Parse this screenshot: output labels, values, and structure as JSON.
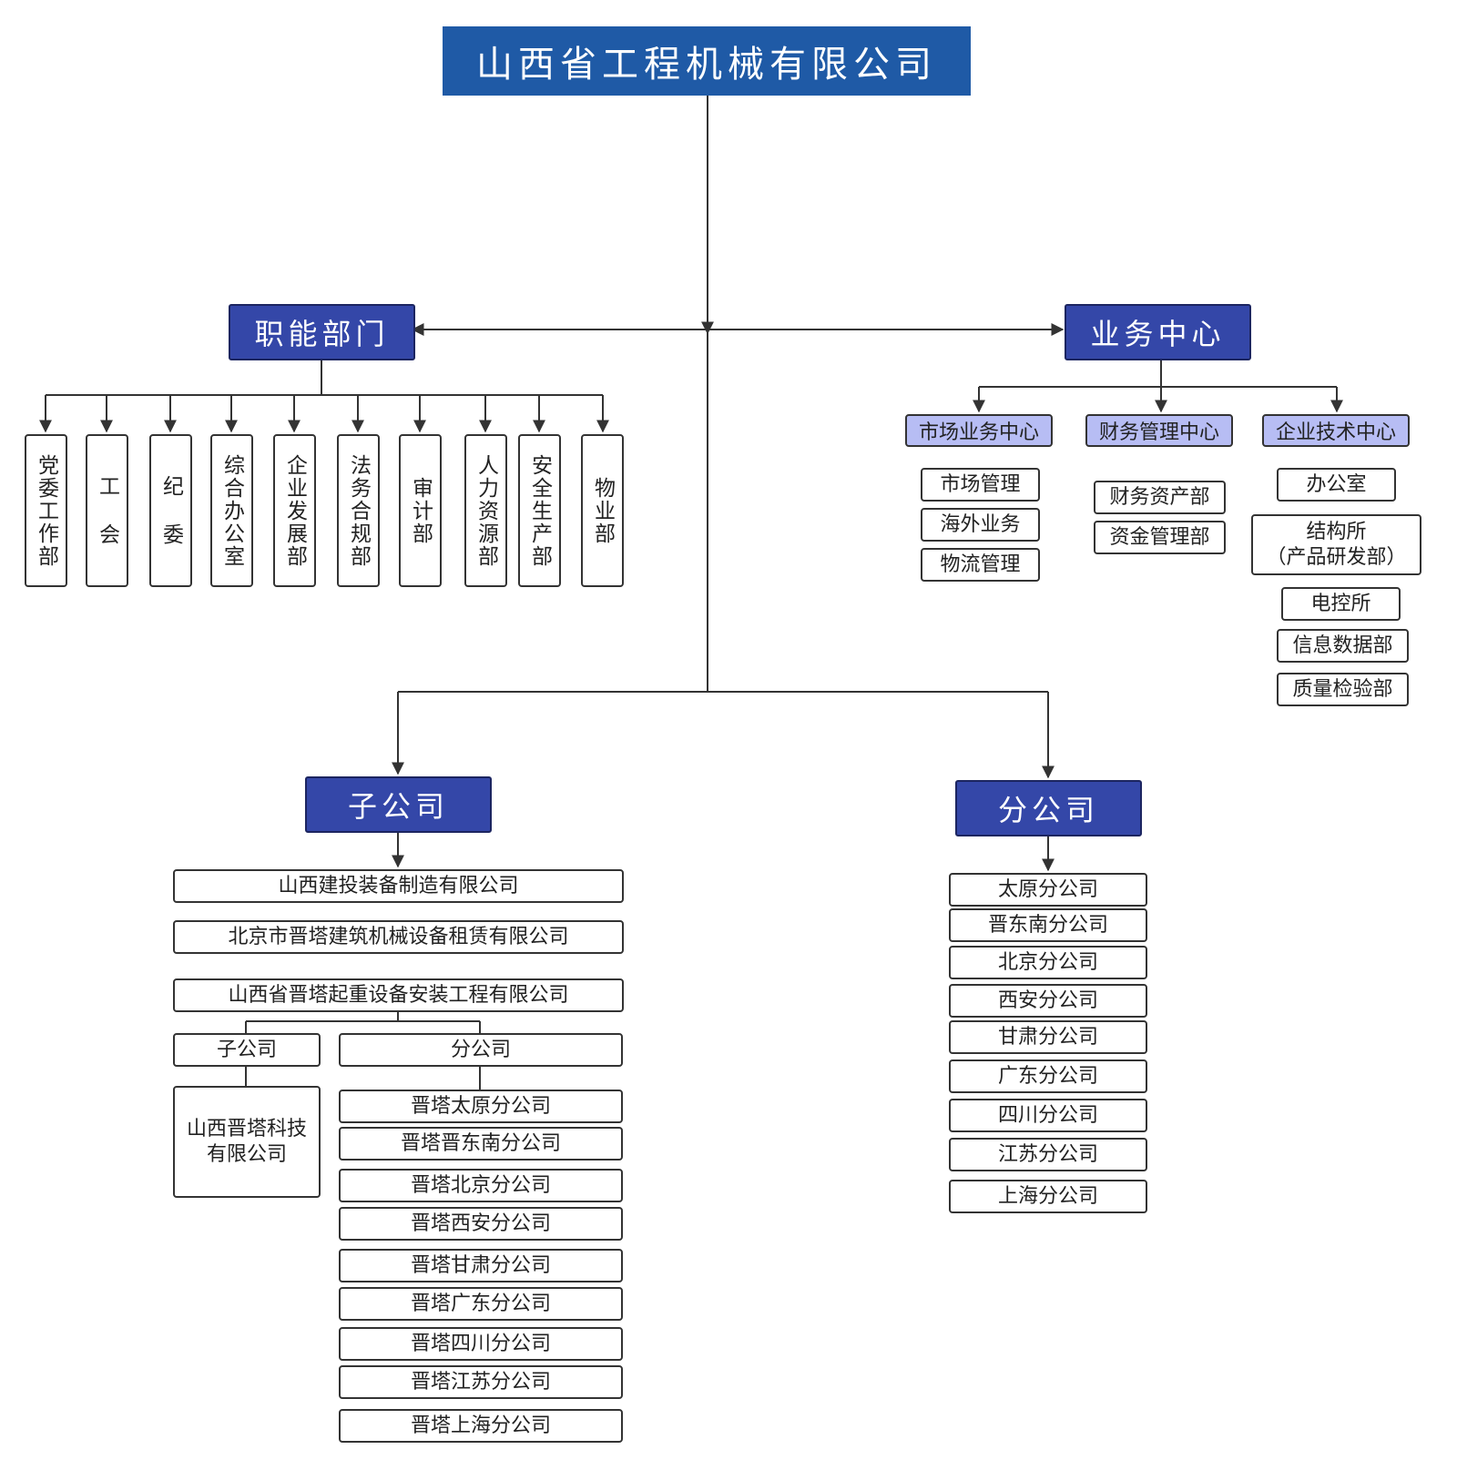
{
  "root": {
    "title": "山西省工程机械有限公司"
  },
  "functional": {
    "title": "职能部门",
    "items": [
      "党委工作部",
      "工 会",
      "纪 委",
      "综合办公室",
      "企业发展部",
      "法务合规部",
      "审计部",
      "人力资源部",
      "安全生产部",
      "物业部"
    ]
  },
  "business": {
    "title": "业务中心",
    "centers": [
      {
        "name": "市场业务中心",
        "items": [
          "市场管理",
          "海外业务",
          "物流管理"
        ]
      },
      {
        "name": "财务管理中心",
        "items": [
          "财务资产部",
          "资金管理部"
        ]
      },
      {
        "name": "企业技术中心",
        "items": [
          "办公室",
          "结构所\n（产品研发部）",
          "电控所",
          "信息数据部",
          "质量检验部"
        ]
      }
    ]
  },
  "subsidiaries": {
    "title": "子公司",
    "items": [
      "山西建投装备制造有限公司",
      "北京市晋塔建筑机械设备租赁有限公司",
      "山西省晋塔起重设备安装工程有限公司"
    ],
    "jinta": {
      "sub_label": "子公司",
      "branch_label": "分公司",
      "sub_items": [
        "山西晋塔科技\n有限公司"
      ],
      "branch_items": [
        "晋塔太原分公司",
        "晋塔晋东南分公司",
        "晋塔北京分公司",
        "晋塔西安分公司",
        "晋塔甘肃分公司",
        "晋塔广东分公司",
        "晋塔四川分公司",
        "晋塔江苏分公司",
        "晋塔上海分公司"
      ]
    }
  },
  "branches": {
    "title": "分公司",
    "items": [
      "太原分公司",
      "晋东南分公司",
      "北京分公司",
      "西安分公司",
      "甘肃分公司",
      "广东分公司",
      "四川分公司",
      "江苏分公司",
      "上海分公司"
    ]
  },
  "colors": {
    "root": "#1f5aa6",
    "header": "#3447a8",
    "subheader": "#b7bdf4",
    "line": "#333333"
  }
}
